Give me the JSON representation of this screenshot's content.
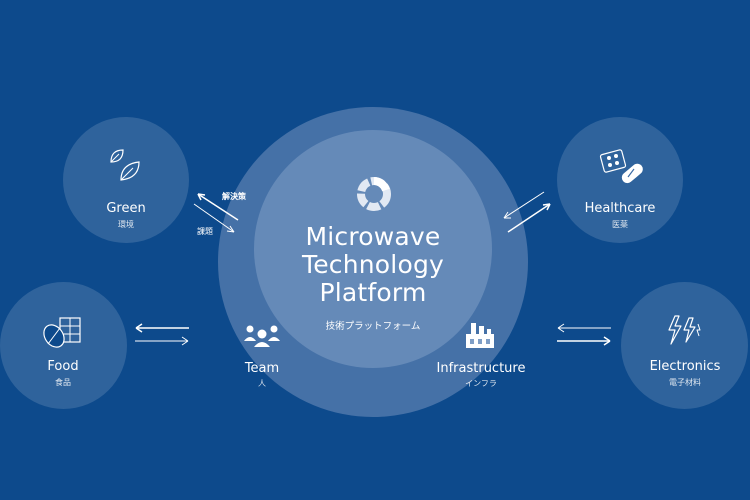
{
  "center": {
    "title_lines": [
      "Microwave",
      "Technology",
      "Platform"
    ],
    "subtitle": "技術プラットフォーム"
  },
  "inner_nodes": {
    "team": {
      "en": "Team",
      "ja": "人",
      "icon": "people-icon"
    },
    "infrastructure": {
      "en": "Infrastructure",
      "ja": "インフラ",
      "icon": "factory-icon"
    }
  },
  "satellites": {
    "green": {
      "en": "Green",
      "ja": "環境",
      "icon": "leaves-icon"
    },
    "food": {
      "en": "Food",
      "ja": "食品",
      "icon": "cacao-chocolate-icon"
    },
    "healthcare": {
      "en": "Healthcare",
      "ja": "医薬",
      "icon": "pills-icon"
    },
    "electronics": {
      "en": "Electronics",
      "ja": "電子材料",
      "icon": "lightning-icon"
    }
  },
  "arrow_labels": {
    "solution": "解決策",
    "issue": "課題"
  },
  "colors": {
    "background": "#0d4a8c",
    "outer_ring": "#5c81b1",
    "inner_core": "#7f9ec6",
    "satellite": "rgba(255,255,255,0.14)"
  }
}
